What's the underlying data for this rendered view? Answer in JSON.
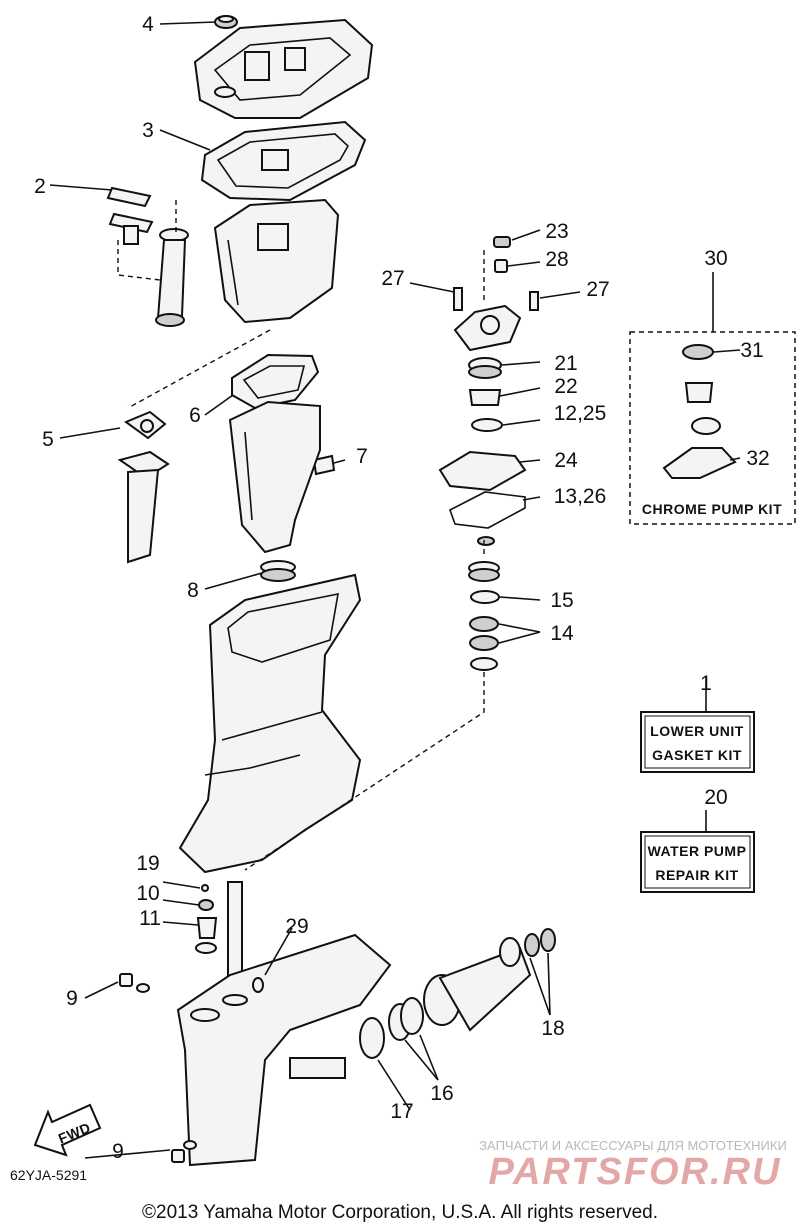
{
  "diagram": {
    "callouts": {
      "c1": "1",
      "c2": "2",
      "c3": "3",
      "c4": "4",
      "c5": "5",
      "c6": "6",
      "c7": "7",
      "c8": "8",
      "c9a": "9",
      "c9b": "9",
      "c10": "10",
      "c11": "11",
      "c12_25": "12,25",
      "c13_26": "13,26",
      "c14": "14",
      "c15": "15",
      "c16": "16",
      "c17": "17",
      "c18": "18",
      "c19": "19",
      "c20": "20",
      "c21": "21",
      "c22": "22",
      "c23": "23",
      "c24": "24",
      "c27a": "27",
      "c27b": "27",
      "c28": "28",
      "c29": "29",
      "c30": "30",
      "c31": "31",
      "c32": "32"
    },
    "kits": {
      "chrome_pump": "CHROME PUMP KIT",
      "lower_unit_line1": "LOWER UNIT",
      "lower_unit_line2": "GASKET KIT",
      "water_pump_line1": "WATER PUMP",
      "water_pump_line2": "REPAIR KIT"
    },
    "fwd_label": "FWD",
    "diagram_code": "62YJA-5291",
    "copyright": "©2013 Yamaha Motor Corporation, U.S.A. All rights reserved.",
    "watermark_tagline": "ЗАПЧАСТИ И АКСЕССУАРЫ ДЛЯ МОТОТЕХНИКИ",
    "watermark_brand": "PARTSFOR.RU"
  }
}
